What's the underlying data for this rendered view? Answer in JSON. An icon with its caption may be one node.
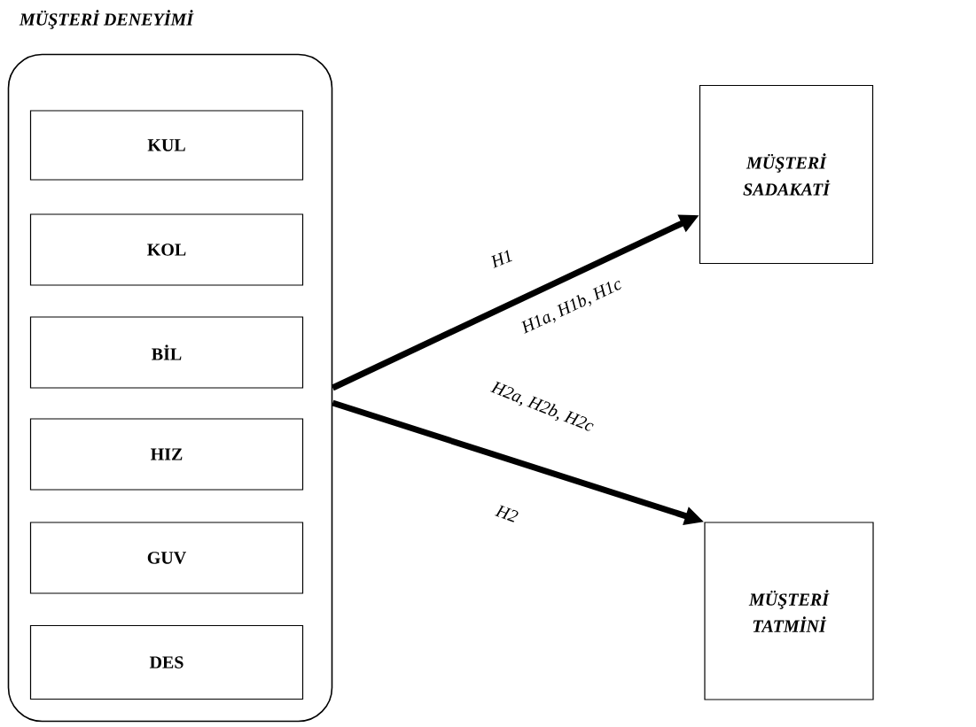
{
  "diagram": {
    "nodes": [
      {
        "text": [
          "MÜŞTERİ DENEYİMİ"
        ]
      },
      {
        "text": [
          "KUL"
        ],
        "in": 0
      },
      {
        "text": [
          "KOL"
        ],
        "in": 0
      },
      {
        "text": [
          "BİL"
        ],
        "in": 0
      },
      {
        "text": [
          "HIZ"
        ],
        "in": 0
      },
      {
        "text": [
          "GUV"
        ],
        "in": 0
      },
      {
        "text": [
          "DES"
        ],
        "in": 0
      },
      {
        "text": [
          "MÜŞTERİ SADAKATİ"
        ]
      },
      {
        "text": [
          "MÜŞTERİ TATMİNİ"
        ]
      }
    ],
    "edges": [
      {
        "from": 0,
        "to": 7,
        "arrow": "to",
        "label": "H1"
      },
      {
        "from": 0,
        "to": 8,
        "arrow": "to",
        "label": "H2"
      }
    ],
    "labels": [
      "H1a, H1b, H1c",
      "H2a, H2b, H2c"
    ]
  }
}
